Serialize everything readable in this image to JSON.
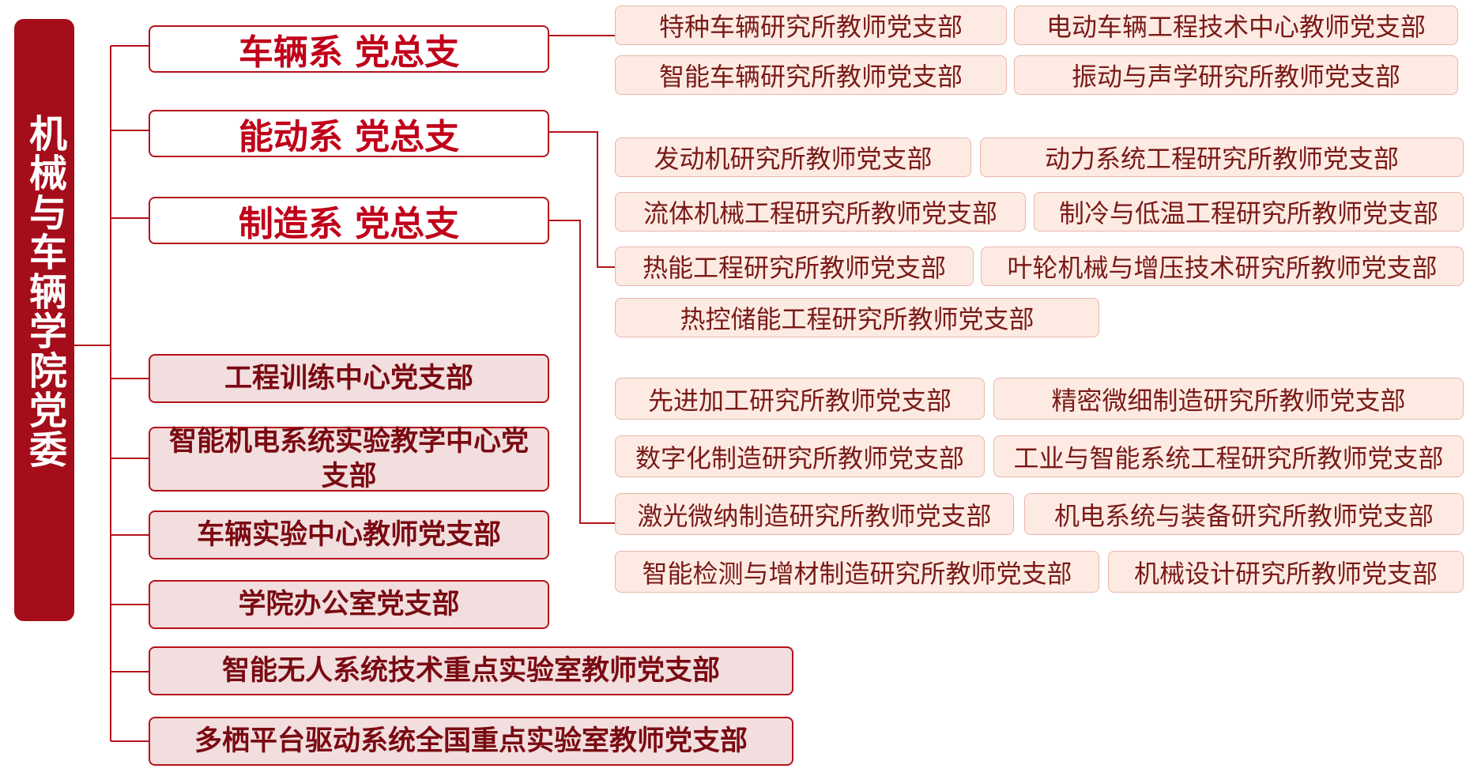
{
  "colors": {
    "primary": "#a50d1b",
    "line": "#b5121b",
    "unit_fill": "#f2dede",
    "leaf_fill": "#fdebe3"
  },
  "root": {
    "title": "机械与车辆学院党委"
  },
  "departments": [
    {
      "label": "车辆系 党总支",
      "branches": [
        "特种车辆研究所教师党支部",
        "电动车辆工程技术中心教师党支部",
        "智能车辆研究所教师党支部",
        "振动与声学研究所教师党支部"
      ]
    },
    {
      "label": "能动系 党总支",
      "branches": [
        "发动机研究所教师党支部",
        "动力系统工程研究所教师党支部",
        "流体机械工程研究所教师党支部",
        "制冷与低温工程研究所教师党支部",
        "热能工程研究所教师党支部",
        "叶轮机械与增压技术研究所教师党支部",
        "热控储能工程研究所教师党支部"
      ]
    },
    {
      "label": "制造系 党总支",
      "branches": [
        "先进加工研究所教师党支部",
        "精密微细制造研究所教师党支部",
        "数字化制造研究所教师党支部",
        "工业与智能系统工程研究所教师党支部",
        "激光微纳制造研究所教师党支部",
        "机电系统与装备研究所教师党支部",
        "智能检测与增材制造研究所教师党支部",
        "机械设计研究所教师党支部"
      ]
    }
  ],
  "units": [
    "工程训练中心党支部",
    "智能机电系统实验教学中心党支部",
    "车辆实验中心教师党支部",
    "学院办公室党支部",
    "智能无人系统技术重点实验室教师党支部",
    "多栖平台驱动系统全国重点实验室教师党支部"
  ]
}
